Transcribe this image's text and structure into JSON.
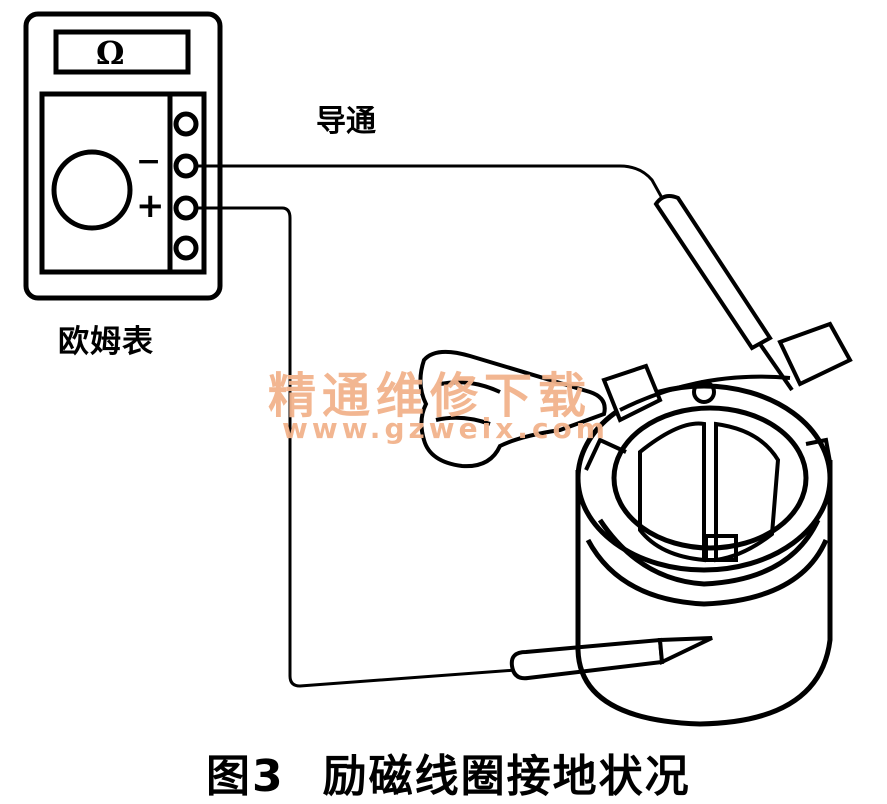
{
  "meter": {
    "unit_symbol": "Ω",
    "label": "欧姆表",
    "minus_sign": "−",
    "plus_sign": "+"
  },
  "status_label": "导通",
  "caption": {
    "figure_number": "图3",
    "text": "励磁线圈接地状况"
  },
  "watermark": {
    "cn": "精通维修下载",
    "url": "www.gzweix.com",
    "color": "#f2b38c"
  },
  "icons": [
    "ohmmeter-icon",
    "probe-icon",
    "field-coil-housing-icon",
    "hand-icon"
  ]
}
